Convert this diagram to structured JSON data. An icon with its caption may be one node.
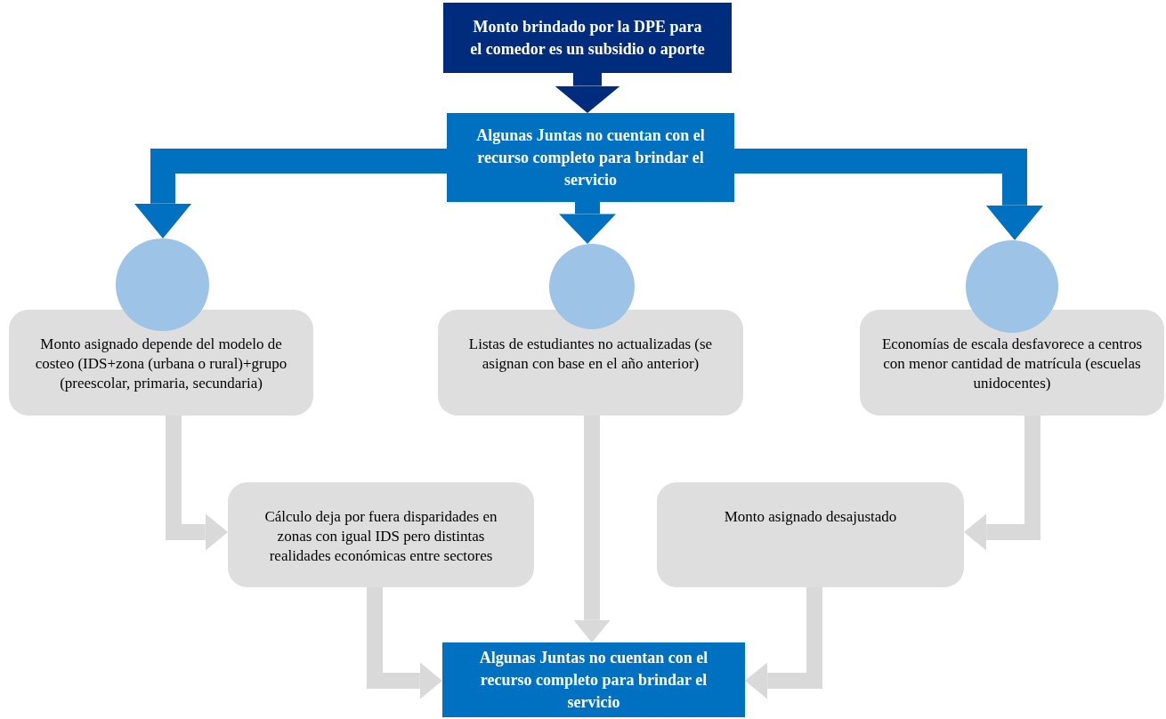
{
  "diagram": {
    "nodes": [
      {
        "text": [
          "Monto brindado por la DPE para el comedor es un subsidio o aporte"
        ]
      },
      {
        "text": [
          "Algunas Juntas no cuentan con el recurso completo para brindar el servicio"
        ]
      },
      {
        "text": [],
        "shape": "circle"
      },
      {
        "text": [],
        "shape": "circle"
      },
      {
        "text": [],
        "shape": "circle"
      },
      {
        "text": [
          "Monto asignado depende del modelo de costeo  (IDS+zona (urbana o rural)+grupo (preescolar, primaria, secundaria)"
        ]
      },
      {
        "text": [
          "Listas de estudiantes no actualizadas (se asignan con base en el año anterior)"
        ]
      },
      {
        "text": [
          "Economías de escala desfavorece a centros con menor cantidad de matrícula (escuelas unidocentes)"
        ]
      },
      {
        "text": [
          "Cálculo deja por fuera disparidades en zonas con igual IDS pero distintas realidades económicas entre sectores"
        ]
      },
      {
        "text": [
          "Monto asignado desajustado"
        ]
      },
      {
        "text": [
          "Algunas Juntas no cuentan con el recurso completo para brindar el servicio"
        ]
      }
    ],
    "edges": [
      {
        "from": 0,
        "to": 1,
        "arrow": "to",
        "color": "#002c7d"
      },
      {
        "from": 1,
        "to": 2,
        "arrow": "to",
        "color": "#0070c0"
      },
      {
        "from": 1,
        "to": 3,
        "arrow": "to",
        "color": "#0070c0"
      },
      {
        "from": 1,
        "to": 4,
        "arrow": "to",
        "color": "#0070c0"
      },
      {
        "from": 5,
        "to": 8,
        "arrow": "to"
      },
      {
        "from": 6,
        "to": 10,
        "arrow": "to"
      },
      {
        "from": 7,
        "to": 9,
        "arrow": "to"
      },
      {
        "from": 8,
        "to": 10,
        "arrow": "to"
      },
      {
        "from": 9,
        "to": 10,
        "arrow": "to"
      }
    ]
  }
}
